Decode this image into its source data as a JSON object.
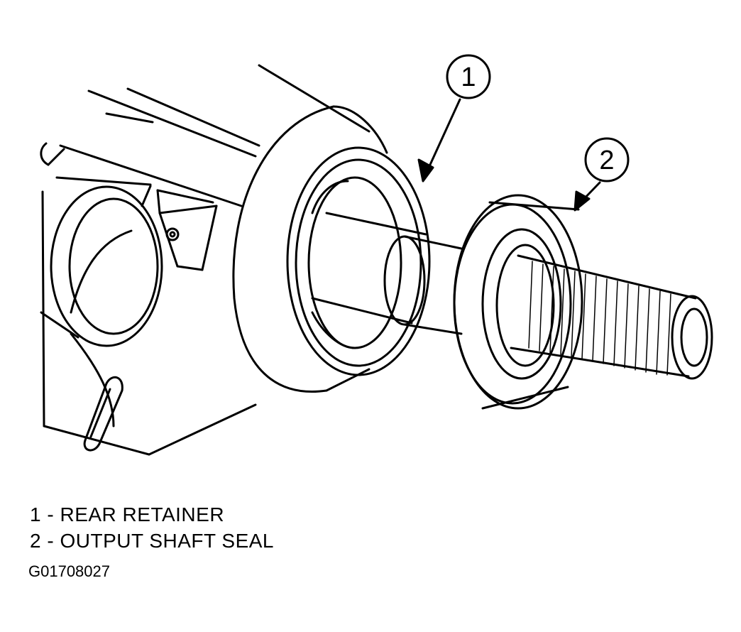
{
  "diagram": {
    "callouts": [
      {
        "number": "1",
        "label": "REAR RETAINER"
      },
      {
        "number": "2",
        "label": "OUTPUT SHAFT SEAL"
      }
    ],
    "legend": [
      {
        "number": "1",
        "separator": "-",
        "text": "REAR RETAINER"
      },
      {
        "number": "2",
        "separator": "-",
        "text": "OUTPUT SHAFT SEAL"
      }
    ],
    "figure_id": "G01708027"
  }
}
